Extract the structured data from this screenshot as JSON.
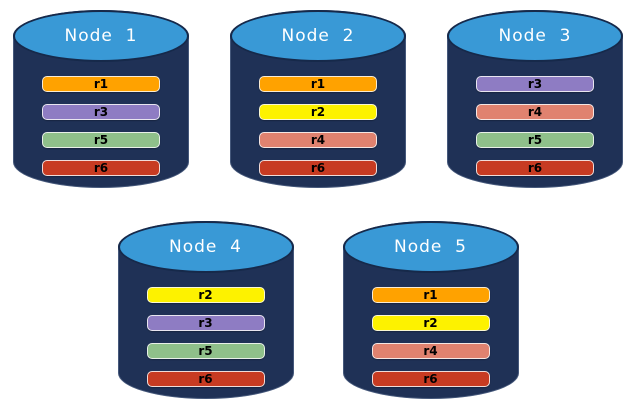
{
  "diagram": {
    "background_color": "#FFFFFF",
    "cylinder": {
      "body_color": "#1F3156",
      "top_color": "#3999D6",
      "top_border_color": "#16294A",
      "label_color": "#FFFFFF"
    },
    "replica_colors": {
      "r1": "#FFA200",
      "r2": "#FDF200",
      "r3": "#8E7CC3",
      "r4": "#E0826F",
      "r5": "#8FC08A",
      "r6": "#C73B22"
    },
    "nodes": [
      {
        "label": "Node  1",
        "row": "top",
        "replicas": [
          "r1",
          "r3",
          "r5",
          "r6"
        ]
      },
      {
        "label": "Node  2",
        "row": "top",
        "replicas": [
          "r1",
          "r2",
          "r4",
          "r6"
        ]
      },
      {
        "label": "Node  3",
        "row": "top",
        "replicas": [
          "r3",
          "r4",
          "r5",
          "r6"
        ]
      },
      {
        "label": "Node  4",
        "row": "bottom",
        "replicas": [
          "r2",
          "r3",
          "r5",
          "r6"
        ]
      },
      {
        "label": "Node  5",
        "row": "bottom",
        "replicas": [
          "r1",
          "r2",
          "r4",
          "r6"
        ]
      }
    ]
  }
}
